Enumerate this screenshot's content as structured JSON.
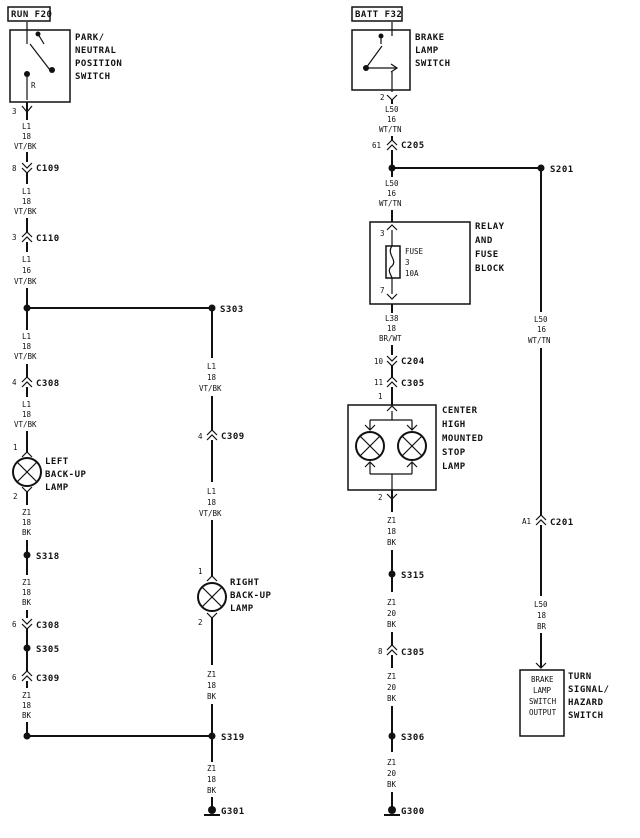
{
  "sources": {
    "left": "RUN F20",
    "right": "BATT F32"
  },
  "components": {
    "park_neutral": [
      "PARK/",
      "NEUTRAL",
      "POSITION",
      "SWITCH"
    ],
    "park_neutral_pin": "R",
    "brake_lamp_switch": [
      "BRAKE",
      "LAMP",
      "SWITCH"
    ],
    "relay_fuse_block": [
      "RELAY",
      "AND",
      "FUSE",
      "BLOCK"
    ],
    "fuse": [
      "FUSE",
      "3",
      "10A"
    ],
    "left_backup": [
      "LEFT",
      "BACK-UP",
      "LAMP"
    ],
    "right_backup": [
      "RIGHT",
      "BACK-UP",
      "LAMP"
    ],
    "chmsl": [
      "CENTER",
      "HIGH",
      "MOUNTED",
      "STOP",
      "LAMP"
    ],
    "turn_signal": [
      "TURN",
      "SIGNAL/",
      "HAZARD",
      "SWITCH"
    ],
    "brake_output": [
      "BRAKE",
      "LAMP",
      "SWITCH",
      "OUTPUT"
    ]
  },
  "wires": {
    "l1_18": [
      "L1",
      "18",
      "VT/BK"
    ],
    "l1_16": [
      "L1",
      "16",
      "VT/BK"
    ],
    "l50_16": [
      "L50",
      "16",
      "WT/TN"
    ],
    "l50_18": [
      "L50",
      "18",
      "BR"
    ],
    "l38_18": [
      "L38",
      "18",
      "BR/WT"
    ],
    "z1_18": [
      "Z1",
      "18",
      "BK"
    ],
    "z1_20": [
      "Z1",
      "20",
      "BK"
    ]
  },
  "connectors": {
    "c109": "C109",
    "c110": "C110",
    "c308": "C308",
    "c309": "C309",
    "c205": "C205",
    "c204": "C204",
    "c305": "C305",
    "c201": "C201"
  },
  "splices": {
    "s303": "S303",
    "s318": "S318",
    "s305": "S305",
    "s319": "S319",
    "s201": "S201",
    "s315": "S315",
    "s306": "S306"
  },
  "grounds": {
    "g301": "G301",
    "g300": "G300"
  },
  "pins": {
    "p1": "1",
    "p2": "2",
    "p3": "3",
    "p4": "4",
    "p6": "6",
    "p7": "7",
    "p8": "8",
    "p10": "10",
    "p11": "11",
    "p61": "61",
    "a1": "A1"
  }
}
